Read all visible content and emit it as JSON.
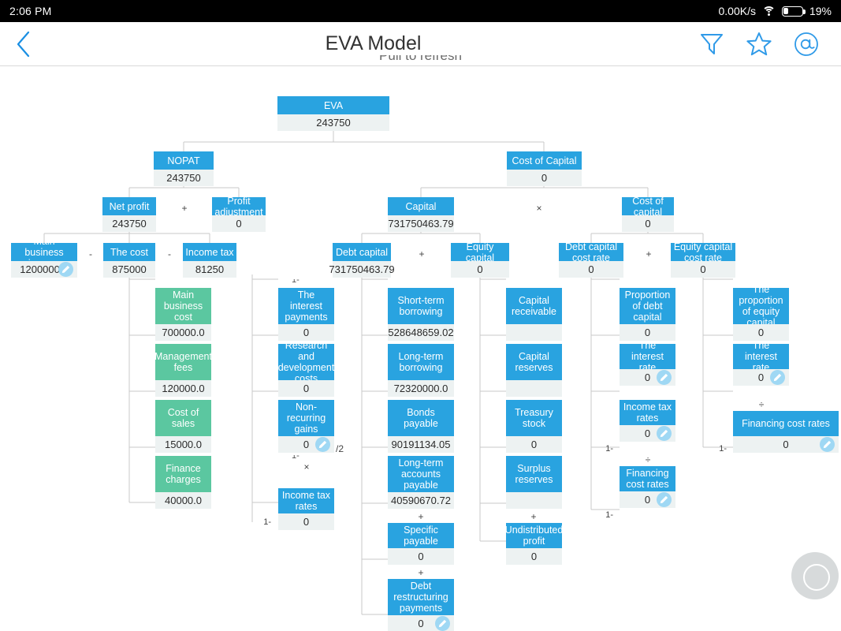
{
  "status_bar": {
    "time": "2:06 PM",
    "network_speed": "0.00K/s",
    "wifi_icon": "wifi-icon",
    "battery_icon": "battery-icon",
    "battery_level": "19%"
  },
  "app_bar": {
    "back_icon": "chevron-left-icon",
    "title": "EVA Model",
    "actions": [
      {
        "name": "filter-icon",
        "label": "Filter"
      },
      {
        "name": "star-icon",
        "label": "Favorite"
      },
      {
        "name": "at-sign-icon",
        "label": "Mention"
      }
    ]
  },
  "refresh_hint": "Pull to refresh",
  "fab": {
    "name": "record-button",
    "label": ""
  },
  "colors": {
    "header_blue": "#29a3e0",
    "header_green": "#5bc7a0",
    "value_bg": "#edf2f2",
    "accent": "#2196f3",
    "line": "#c8c8c8"
  },
  "chart_data": {
    "type": "tree",
    "title": "EVA Model",
    "nodes": [
      {
        "id": "eva",
        "label": "EVA",
        "value": "243750",
        "color": "blue",
        "editable": false
      },
      {
        "id": "nopat",
        "label": "NOPAT",
        "value": "243750",
        "color": "blue",
        "editable": false
      },
      {
        "id": "cost_of_capital",
        "label": "Cost of Capital",
        "value": "0",
        "color": "blue",
        "editable": false
      },
      {
        "id": "net_profit",
        "label": "Net profit",
        "value": "243750",
        "color": "blue",
        "editable": false
      },
      {
        "id": "profit_adj",
        "label": "Profit adjustment",
        "value": "0",
        "color": "blue",
        "editable": false
      },
      {
        "id": "capital",
        "label": "Capital",
        "value": "731750463.79",
        "color": "blue",
        "editable": false
      },
      {
        "id": "cost_cap_item",
        "label": "Cost of capital",
        "value": "0",
        "color": "blue",
        "editable": false
      },
      {
        "id": "main_income",
        "label": "Main business income",
        "value": "1200000.0",
        "color": "blue",
        "editable": true
      },
      {
        "id": "the_cost",
        "label": "The cost",
        "value": "875000",
        "color": "blue",
        "editable": false
      },
      {
        "id": "income_tax",
        "label": "Income tax",
        "value": "81250",
        "color": "blue",
        "editable": false
      },
      {
        "id": "debt_capital",
        "label": "Debt capital",
        "value": "731750463.79",
        "color": "blue",
        "editable": false
      },
      {
        "id": "equity_capital",
        "label": "Equity capital",
        "value": "0",
        "color": "blue",
        "editable": false
      },
      {
        "id": "debt_cost_rate",
        "label": "Debt capital cost rate",
        "value": "0",
        "color": "blue",
        "editable": false
      },
      {
        "id": "equity_cost_rate",
        "label": "Equity capital cost rate",
        "value": "0",
        "color": "blue",
        "editable": false
      },
      {
        "id": "main_bus_cost",
        "label": "Main business cost",
        "value": "700000.0",
        "color": "green",
        "editable": false
      },
      {
        "id": "mgmt_fees",
        "label": "Management fees",
        "value": "120000.0",
        "color": "green",
        "editable": false
      },
      {
        "id": "cost_of_sales",
        "label": "Cost of sales",
        "value": "15000.0",
        "color": "green",
        "editable": false
      },
      {
        "id": "finance_charges",
        "label": "Finance charges",
        "value": "40000.0",
        "color": "green",
        "editable": false
      },
      {
        "id": "interest_pay",
        "label": "The interest payments",
        "value": "0",
        "color": "blue",
        "editable": false
      },
      {
        "id": "rnd_costs",
        "label": "Research and development costs",
        "value": "0",
        "color": "blue",
        "editable": false
      },
      {
        "id": "nonrecurring",
        "label": "Non-recurring gains",
        "value": "0",
        "color": "blue",
        "editable": true
      },
      {
        "id": "inc_tax_rates1",
        "label": "Income tax rates",
        "value": "0",
        "color": "blue",
        "editable": false
      },
      {
        "id": "short_borrow",
        "label": "Short-term borrowing",
        "value": "528648659.02",
        "color": "blue",
        "editable": false
      },
      {
        "id": "long_borrow",
        "label": "Long-term borrowing",
        "value": "72320000.0",
        "color": "blue",
        "editable": false
      },
      {
        "id": "bonds_payable",
        "label": "Bonds payable",
        "value": "90191134.05",
        "color": "blue",
        "editable": false
      },
      {
        "id": "lt_accounts",
        "label": "Long-term accounts payable",
        "value": "40590670.72",
        "color": "blue",
        "editable": false
      },
      {
        "id": "specific_pay",
        "label": "Specific payable",
        "value": "0",
        "color": "blue",
        "editable": false
      },
      {
        "id": "debt_restruct",
        "label": "Debt restructuring payments",
        "value": "0",
        "color": "blue",
        "editable": true
      },
      {
        "id": "cap_receivable",
        "label": "Capital receivable",
        "value": "",
        "color": "blue",
        "editable": false
      },
      {
        "id": "cap_reserves",
        "label": "Capital reserves",
        "value": "",
        "color": "blue",
        "editable": false
      },
      {
        "id": "treasury_stock",
        "label": "Treasury stock",
        "value": "0",
        "color": "blue",
        "editable": false
      },
      {
        "id": "surplus_res",
        "label": "Surplus reserves",
        "value": "",
        "color": "blue",
        "editable": false
      },
      {
        "id": "undistributed",
        "label": "Undistributed profit",
        "value": "0",
        "color": "blue",
        "editable": false
      },
      {
        "id": "prop_debt_cap",
        "label": "Proportion of debt capital",
        "value": "0",
        "color": "blue",
        "editable": false
      },
      {
        "id": "interest_rate1",
        "label": "The interest rate",
        "value": "0",
        "color": "blue",
        "editable": true
      },
      {
        "id": "inc_tax_rates2",
        "label": "Income tax rates",
        "value": "0",
        "color": "blue",
        "editable": true
      },
      {
        "id": "fin_cost_rates1",
        "label": "Financing cost rates",
        "value": "0",
        "color": "blue",
        "editable": true
      },
      {
        "id": "prop_equity_cap",
        "label": "The proportion of equity capital",
        "value": "0",
        "color": "blue",
        "editable": false
      },
      {
        "id": "interest_rate2",
        "label": "The interest rate",
        "value": "0",
        "color": "blue",
        "editable": true
      },
      {
        "id": "fin_cost_rates2",
        "label": "Financing cost rates",
        "value": "0",
        "color": "blue",
        "editable": true
      }
    ],
    "operators": [
      {
        "id": "op_eva",
        "symbol": "-"
      },
      {
        "id": "op_nopat",
        "symbol": "+"
      },
      {
        "id": "op_capital",
        "symbol": "×"
      },
      {
        "id": "op_netprofit1",
        "symbol": "-"
      },
      {
        "id": "op_netprofit2",
        "symbol": "-"
      },
      {
        "id": "op_capital2",
        "symbol": "+"
      },
      {
        "id": "op_costcap",
        "symbol": "+"
      },
      {
        "id": "op_cost1",
        "symbol": "+"
      },
      {
        "id": "op_cost2",
        "symbol": "+"
      },
      {
        "id": "op_cost3",
        "symbol": "+"
      },
      {
        "id": "op_tax1",
        "symbol": "+"
      },
      {
        "id": "op_tax2",
        "symbol": "-"
      },
      {
        "id": "op_tax3",
        "symbol": "×"
      },
      {
        "id": "op_debt1",
        "symbol": "+"
      },
      {
        "id": "op_debt2",
        "symbol": "+"
      },
      {
        "id": "op_debt3",
        "symbol": "+"
      },
      {
        "id": "op_debt4",
        "symbol": "+"
      },
      {
        "id": "op_debt5",
        "symbol": "+"
      },
      {
        "id": "op_eq1",
        "symbol": "+"
      },
      {
        "id": "op_eq2",
        "symbol": "+"
      },
      {
        "id": "op_eq3",
        "symbol": "+"
      },
      {
        "id": "op_eq4",
        "symbol": "+"
      },
      {
        "id": "op_dcr1",
        "symbol": "×"
      },
      {
        "id": "op_dcr2",
        "symbol": "×"
      },
      {
        "id": "op_dcr3",
        "symbol": "÷"
      },
      {
        "id": "op_ecr1",
        "symbol": "×"
      },
      {
        "id": "op_ecr2",
        "symbol": "÷"
      }
    ],
    "prefixes": [
      {
        "id": "pre_tax",
        "text": "1-"
      },
      {
        "id": "pre_dcr",
        "text": "1-"
      },
      {
        "id": "pre_dcr2",
        "text": "1-"
      },
      {
        "id": "pre_ecr",
        "text": "1-"
      },
      {
        "id": "pre_ecr2",
        "text": "1-"
      }
    ],
    "suffixes": [
      {
        "id": "suf_nonrecurring",
        "text": "/2"
      }
    ]
  }
}
